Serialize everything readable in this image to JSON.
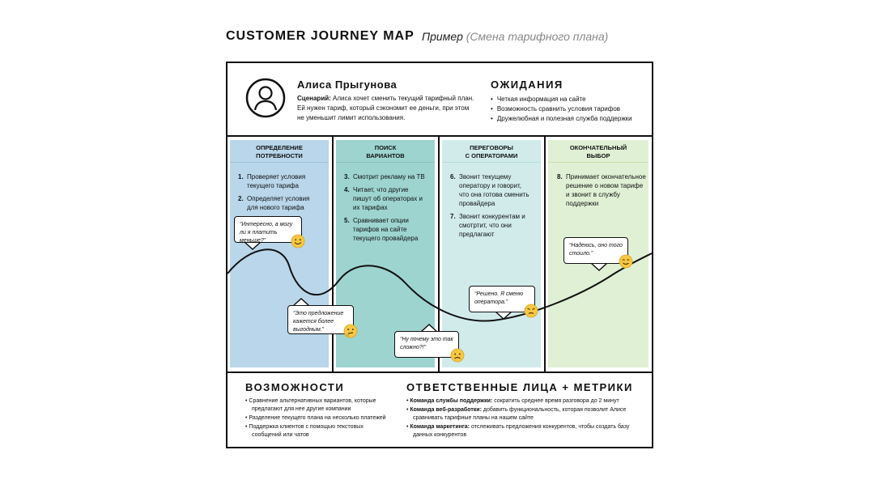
{
  "header": {
    "title": "CUSTOMER JOURNEY MAP",
    "subtitle_prefix": "Пример",
    "subtitle_paren": "(Смена тарифного плана)"
  },
  "persona": {
    "name": "Алиса Прыгунова",
    "scenario_label": "Сценарий:",
    "scenario_text": "Алиса хочет сменить текущий тарифный план. Ей нужен тариф, который сэкономит ее деньги, при этом не уменьшит лимит использования."
  },
  "expectations": {
    "heading": "ОЖИДАНИЯ",
    "items": [
      "Четкая информация на сайте",
      "Возможность сравнить условия тарифов",
      "Дружелюбная и полезная служба поддержки"
    ]
  },
  "stages": [
    {
      "title_line1": "ОПРЕДЕЛЕНИЕ",
      "title_line2": "ПОТРЕБНОСТИ",
      "color": "#b9d6ea",
      "header_color": "#a9cce4",
      "steps": [
        {
          "num": "1.",
          "text": "Проверяет условия текущего тарифа"
        },
        {
          "num": "2.",
          "text": "Определяет условия для нового тарифа"
        }
      ]
    },
    {
      "title_line1": "ПОИСК",
      "title_line2": "ВАРИАНТОВ",
      "color": "#9dd4d0",
      "header_color": "#8ccdc8",
      "steps": [
        {
          "num": "3.",
          "text": "Смотрит рекламу на ТВ"
        },
        {
          "num": "4.",
          "text": "Читает, что другие пишут об операторах и их тарифах"
        },
        {
          "num": "5.",
          "text": "Сравнивает опции тарифов на сайте текущего провайдера"
        }
      ]
    },
    {
      "title_line1": "ПЕРЕГОВОРЫ",
      "title_line2": "С ОПЕРАТОРАМИ",
      "color": "#d1ebeb",
      "header_color": "#c4e5e5",
      "steps": [
        {
          "num": "6.",
          "text": "Звонит текущему оператору и говорит, что она готова сменить провайдера"
        },
        {
          "num": "7.",
          "text": "Звонит конкурентам и смотртит, что они предлагают"
        }
      ]
    },
    {
      "title_line1": "ОКОНЧАТЕЛЬНЫЙ",
      "title_line2": "ВЫБОР",
      "color": "#e0f0d4",
      "header_color": "#d4eac4",
      "steps": [
        {
          "num": "8.",
          "text": "Принимает окончательное решение о новом тарифе и звонит в службу поддержки"
        }
      ]
    }
  ],
  "bubbles": [
    {
      "text": "“Интересно, а могу ли я платить меньше?”",
      "emoji": "smile-emoji"
    },
    {
      "text": "“Это предложение кажется более выгодным.”",
      "emoji": "thinking-emoji"
    },
    {
      "text": "“Ну почему это так сложно?!”",
      "emoji": "sad-emoji"
    },
    {
      "text": "“Решено. Я сменю оператора.”",
      "emoji": "determined-emoji"
    },
    {
      "text": "“Надеюсь, оно того стоило.”",
      "emoji": "relieved-emoji"
    }
  ],
  "opportunities": {
    "heading": "ВОЗМОЖНОСТИ",
    "items": [
      "Сравнение альтернативных вариантов, которые предлагают для нее другие компании",
      "Разделение текущего плана на несколько платежей",
      "Поддержка клиентов с помощью текстовых сообщений или чатов"
    ]
  },
  "responsible": {
    "heading": "ОТВЕТСТВЕННЫЕ ЛИЦА + МЕТРИКИ",
    "items": [
      {
        "team": "Команда службы поддержки:",
        "text": "сократить среднее время разговора до 2 минут"
      },
      {
        "team": "Команда веб-разработки:",
        "text": "добавить функциональность, которая позволит Алисе сравнивать тарифные планы на нашем сайте"
      },
      {
        "team": "Команда маркетинга:",
        "text": "отслеживать предложения конкурентов, чтобы создать базу данных конкурентов"
      }
    ]
  },
  "colors": {
    "outline": "#111111",
    "emoji_face": "#f7c843"
  }
}
